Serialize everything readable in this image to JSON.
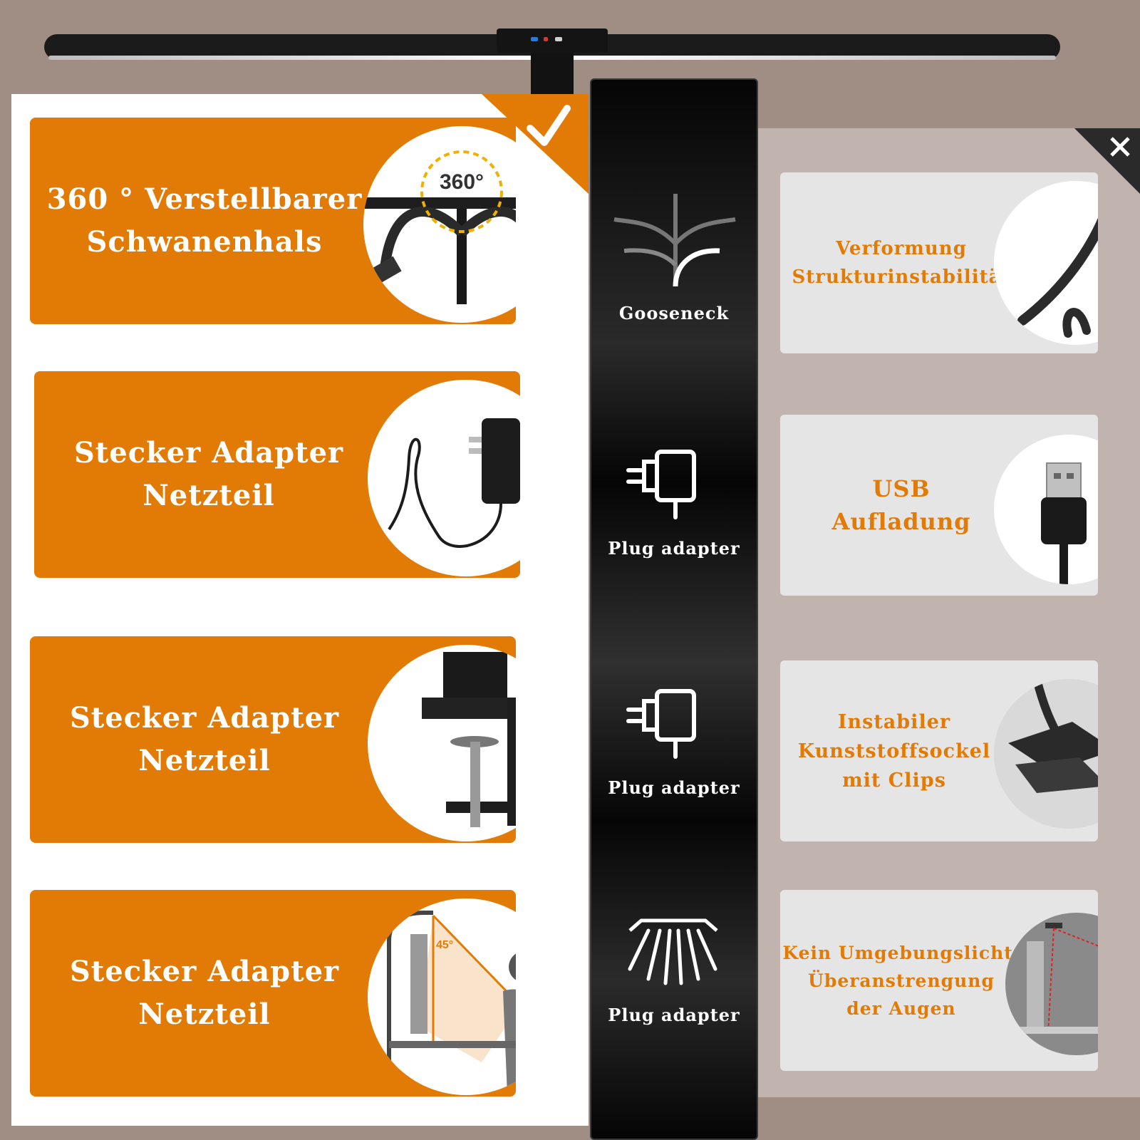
{
  "left_features": [
    {
      "line1": "360 ° Verstellbarer",
      "line2": "Schwanenhals",
      "badge": "360°"
    },
    {
      "line1": "Stecker Adapter",
      "line2": "Netzteil"
    },
    {
      "line1": "Stecker Adapter",
      "line2": "Netzteil"
    },
    {
      "line1": "Stecker Adapter",
      "line2": "Netzteil",
      "angle": "45°"
    }
  ],
  "center_items": [
    {
      "label": "Gooseneck",
      "icon": "gooseneck-icon"
    },
    {
      "label": "Plug adapter",
      "icon": "plug-icon"
    },
    {
      "label": "Plug adapter",
      "icon": "plug-icon"
    },
    {
      "label": "Plug adapter",
      "icon": "light-rays-icon"
    }
  ],
  "right_features": [
    {
      "lines": [
        "Verformung",
        "Strukturinstabilität"
      ]
    },
    {
      "lines": [
        "USB",
        "Aufladung"
      ]
    },
    {
      "lines": [
        "Instabiler",
        "Kunststoffsockel",
        "mit Clips"
      ]
    },
    {
      "lines": [
        "Kein Umgebungslicht,",
        "Überanstrengung",
        "der Augen"
      ]
    }
  ],
  "colors": {
    "accent_orange": "#e27b05",
    "background": "#a08e85",
    "right_panel": "#c1b4ae",
    "card_grey": "#e5e5e5",
    "center_black": "#0a0a0a"
  }
}
